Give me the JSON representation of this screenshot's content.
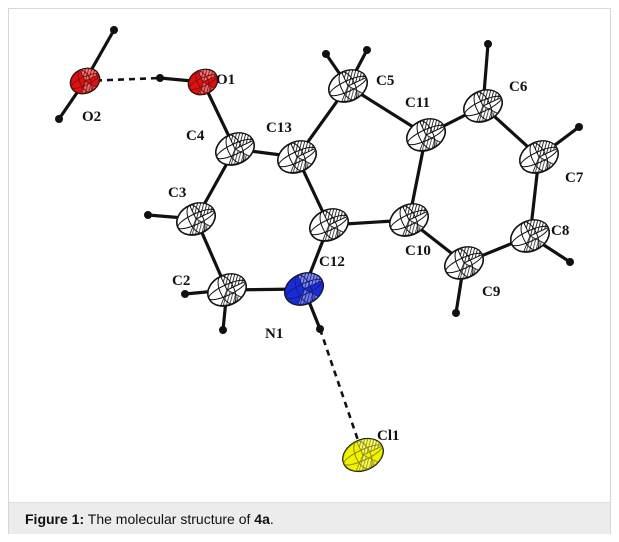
{
  "caption": {
    "label": "Figure 1:",
    "text_before": " The molecular structure of ",
    "compound": "4a",
    "text_after": "."
  },
  "atom_labels": {
    "O1": "O1",
    "O2": "O2",
    "C2": "C2",
    "C3": "C3",
    "C4": "C4",
    "C5": "C5",
    "C6": "C6",
    "C7": "C7",
    "C8": "C8",
    "C9": "C9",
    "C10": "C10",
    "C11": "C11",
    "C12": "C12",
    "C13": "C13",
    "N1": "N1",
    "Cl1": "Cl1"
  },
  "colors": {
    "oxygen": "#e01010",
    "nitrogen": "#1a2bd8",
    "chlorine": "#f2f200",
    "carbon": "#ffffff",
    "hydrogen": "#111111",
    "bond": "#111111"
  }
}
